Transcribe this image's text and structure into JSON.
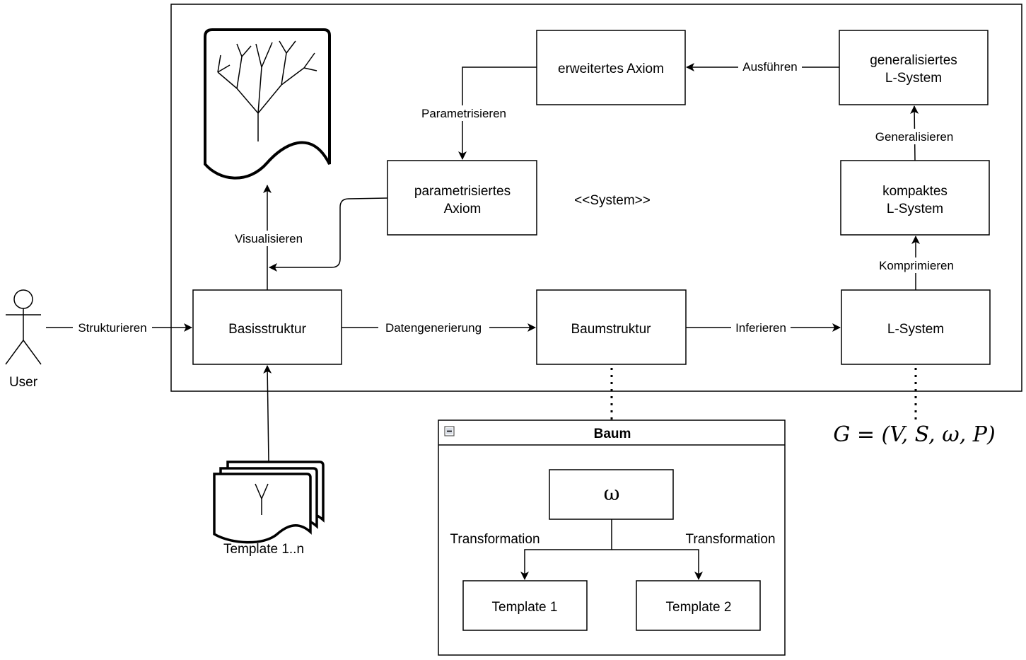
{
  "system": {
    "stereotype": "<<System>>"
  },
  "actor": {
    "label": "User"
  },
  "nodes": {
    "basisstruktur": "Basisstruktur",
    "baumstruktur": "Baumstruktur",
    "lsystem": "L-System",
    "kompaktes": [
      "kompaktes",
      "L-System"
    ],
    "generalisiertes": [
      "generalisiertes",
      "L-System"
    ],
    "erweitertes": "erweitertes Axiom",
    "parametrisiertes": [
      "parametrisiertes",
      "Axiom"
    ],
    "templates": "Template 1..n"
  },
  "edges": {
    "strukturieren": "Strukturieren",
    "datengenerierung": "Datengenerierung",
    "inferieren": "Inferieren",
    "komprimieren": "Komprimieren",
    "generalisieren": "Generalisieren",
    "ausfuehren": "Ausführen",
    "parametrisieren": "Parametrisieren",
    "visualisieren": "Visualisieren"
  },
  "baum_panel": {
    "title": "Baum",
    "root": "ω",
    "left_transformation": "Transformation",
    "right_transformation": "Transformation",
    "template1": "Template 1",
    "template2": "Template 2"
  },
  "grammar": "G = (V, S, ω, P)"
}
